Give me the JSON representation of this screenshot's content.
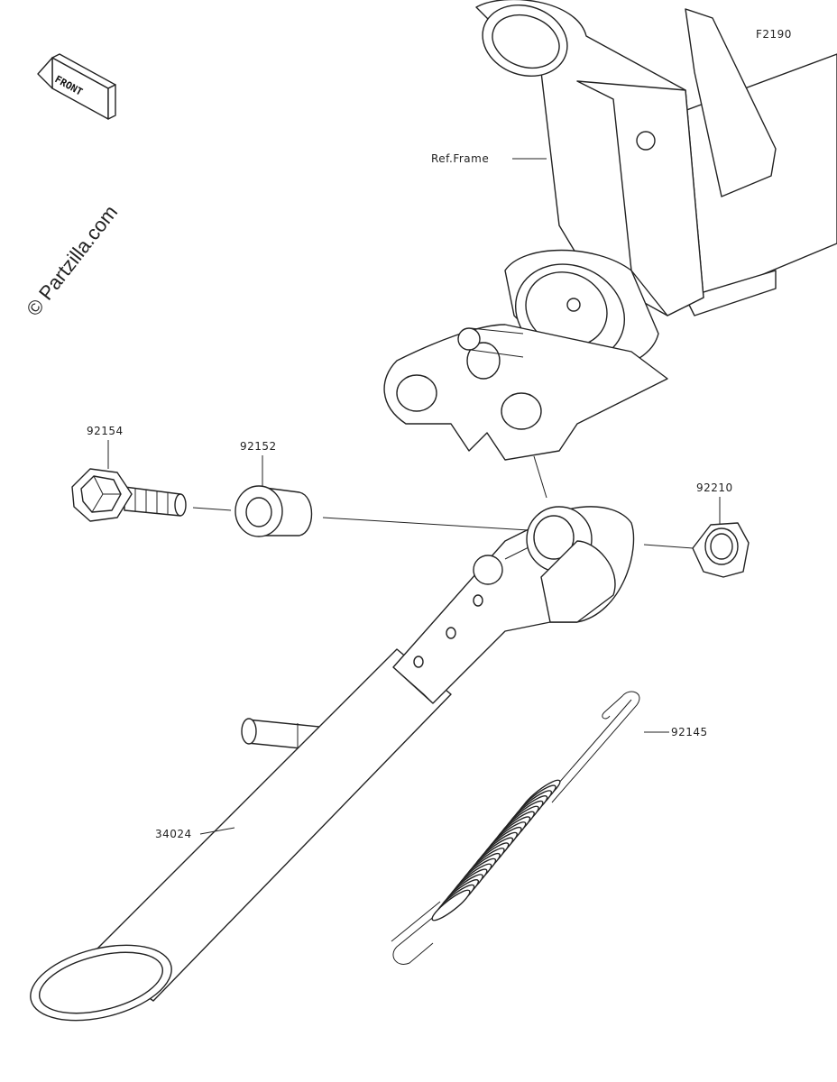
{
  "diagram_code": "F2190",
  "front_label": "FRONT",
  "watermark": "© Partzilla.com",
  "ref_frame_label": "Ref.Frame",
  "parts": [
    {
      "number": "92154"
    },
    {
      "number": "92152"
    },
    {
      "number": "92210"
    },
    {
      "number": "92145"
    },
    {
      "number": "34024"
    }
  ]
}
